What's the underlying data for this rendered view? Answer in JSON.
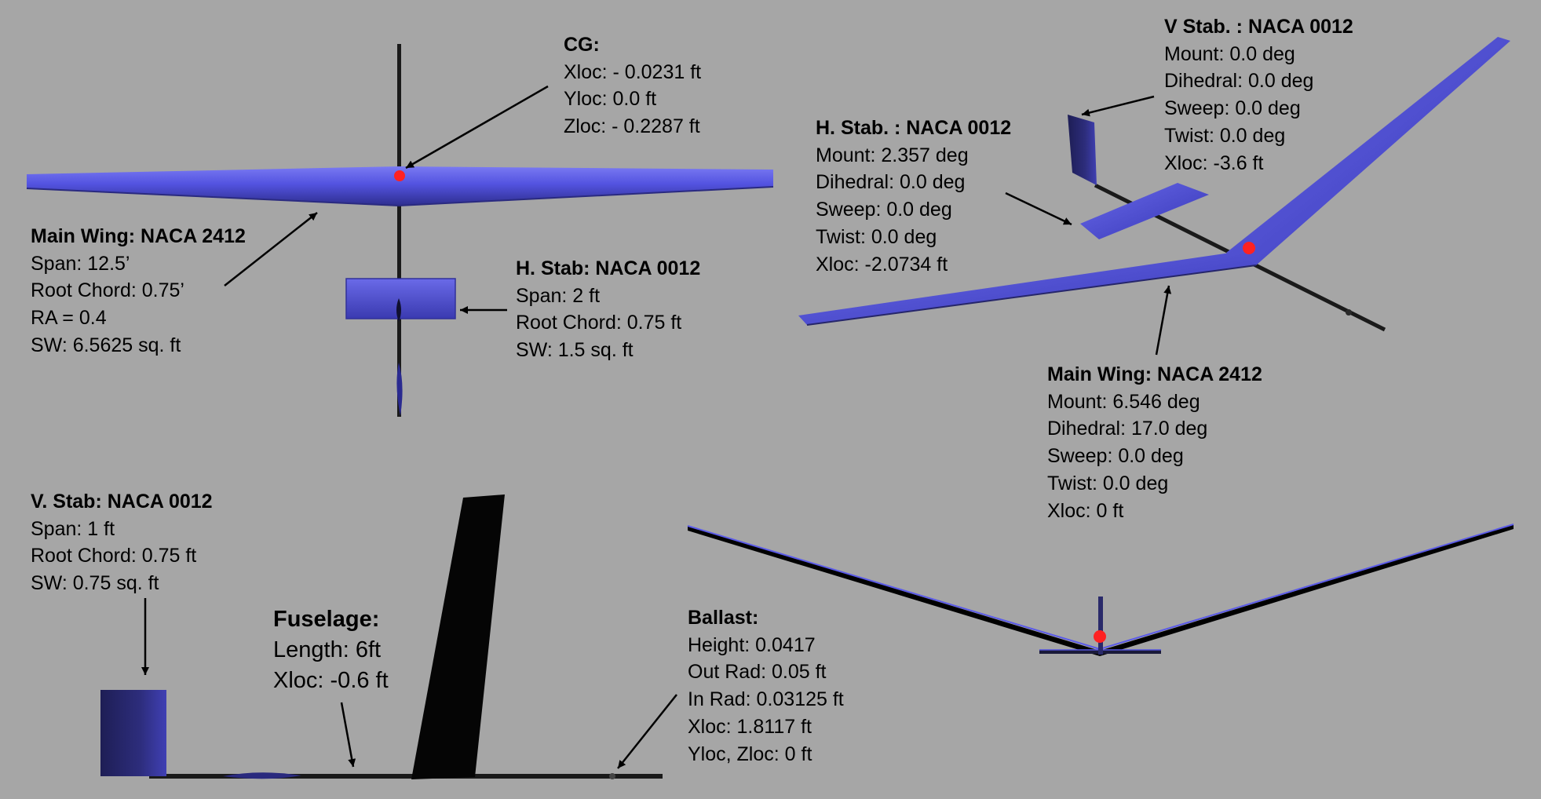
{
  "colors": {
    "background": "#a6a6a6",
    "surface": "#5050dd",
    "surface_dark": "#26266a",
    "cg_marker": "#ff2222",
    "structure": "#000000"
  },
  "labels": {
    "cg": {
      "title": "CG:",
      "lines": [
        "Xloc: - 0.0231 ft",
        "Yloc:   0.0 ft",
        "Zloc: - 0.2287 ft"
      ]
    },
    "main_wing_top": {
      "title": "Main Wing: NACA 2412",
      "lines": [
        "Span: 12.5’",
        "Root Chord: 0.75’",
        "RA = 0.4",
        "SW: 6.5625 sq. ft"
      ]
    },
    "h_stab_top": {
      "title": "H. Stab: NACA 0012",
      "lines": [
        "Span: 2 ft",
        "Root Chord: 0.75 ft",
        "SW: 1.5 sq. ft"
      ]
    },
    "v_stab_iso": {
      "title": "V Stab. : NACA 0012",
      "lines": [
        "Mount: 0.0 deg",
        "Dihedral: 0.0 deg",
        "Sweep: 0.0 deg",
        "Twist: 0.0 deg",
        "Xloc: -3.6 ft"
      ]
    },
    "h_stab_iso": {
      "title": "H. Stab. : NACA 0012",
      "lines": [
        "Mount: 2.357 deg",
        "Dihedral: 0.0 deg",
        "Sweep: 0.0 deg",
        "Twist: 0.0 deg",
        "Xloc: -2.0734 ft"
      ]
    },
    "main_wing_iso": {
      "title": "Main Wing: NACA 2412",
      "lines": [
        "Mount: 6.546 deg",
        "Dihedral: 17.0 deg",
        "Sweep: 0.0 deg",
        "Twist: 0.0 deg",
        "Xloc: 0 ft"
      ]
    },
    "v_stab_side": {
      "title": "V. Stab: NACA 0012",
      "lines": [
        "Span: 1 ft",
        "Root Chord: 0.75 ft",
        "SW: 0.75 sq. ft"
      ]
    },
    "fuselage": {
      "title": "Fuselage:",
      "lines": [
        "Length: 6ft",
        "Xloc: -0.6 ft"
      ]
    },
    "ballast": {
      "title": "Ballast:",
      "lines": [
        "Height: 0.0417",
        "Out Rad: 0.05 ft",
        "In Rad: 0.03125 ft",
        "Xloc: 1.8117 ft",
        "Yloc, Zloc: 0 ft"
      ]
    }
  }
}
